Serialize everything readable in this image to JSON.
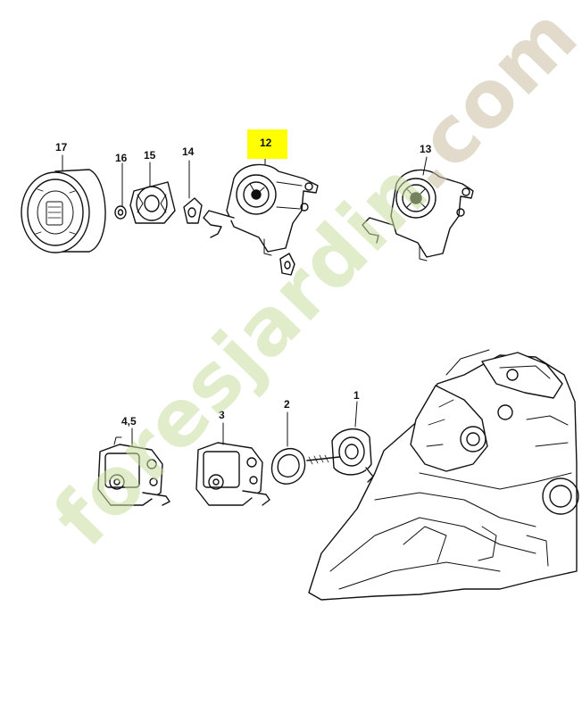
{
  "labels": {
    "p17": "17",
    "p16": "16",
    "p15": "15",
    "p14": "14",
    "p12": "12",
    "p13": "13",
    "p45": "4,5",
    "p3": "3",
    "p2": "2",
    "p1": "1"
  },
  "highlight_color": "#ffff00",
  "watermark": {
    "main": "foresjardin",
    "tail": ".com"
  }
}
